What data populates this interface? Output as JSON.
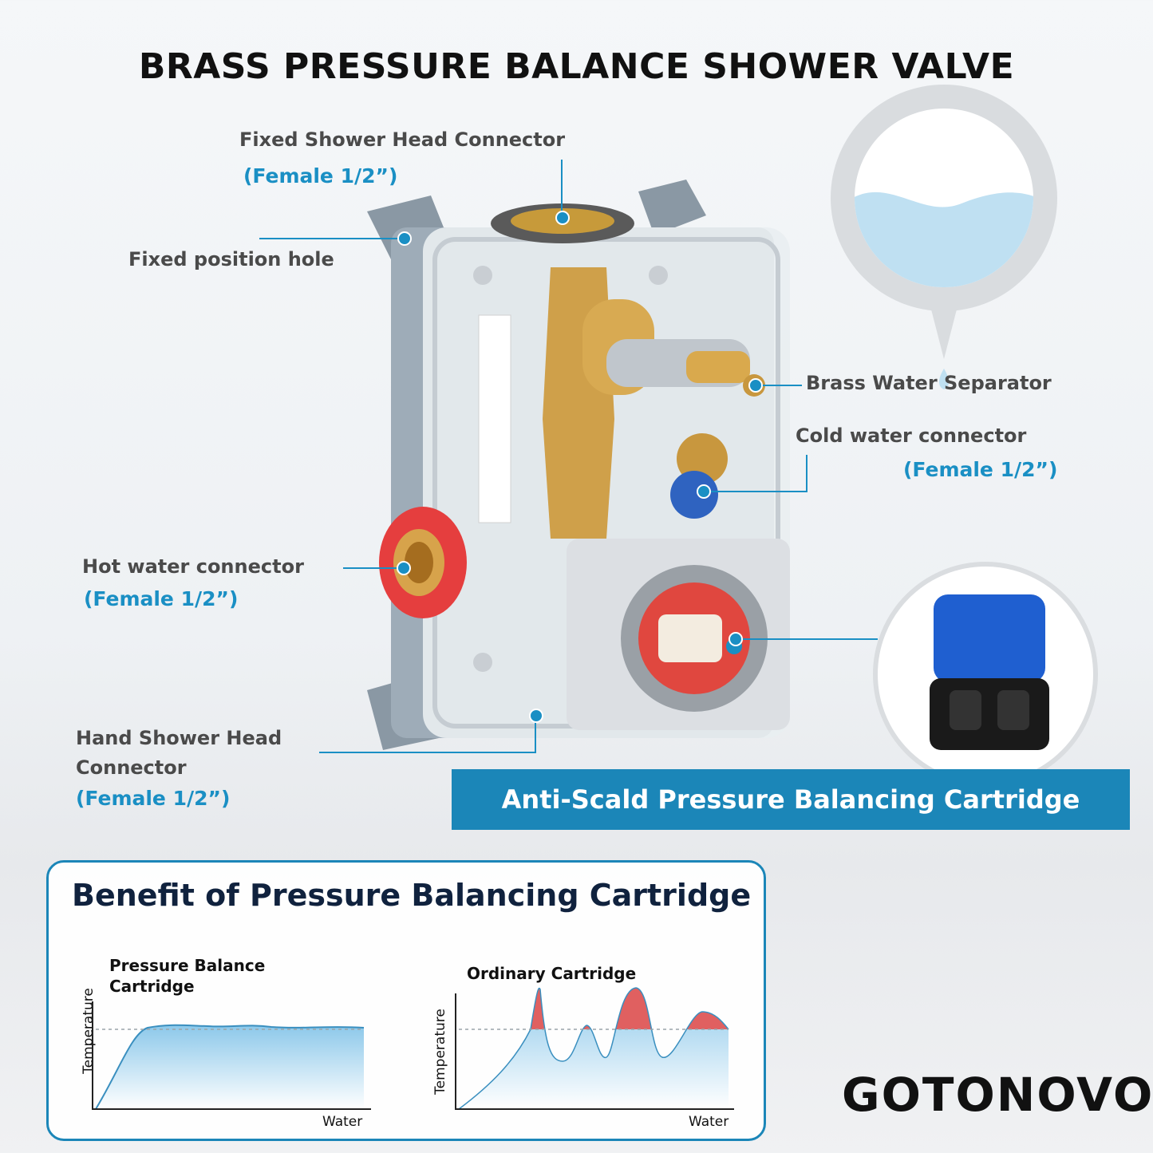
{
  "title": "BRASS PRESSURE BALANCE SHOWER VALVE",
  "callouts": {
    "fixed_shower_head": {
      "label": "Fixed Shower Head Connector",
      "spec": "(Female 1/2”)"
    },
    "fixed_position_hole": {
      "label": "Fixed position hole"
    },
    "brass_water_separator": {
      "label": "Brass Water Separator"
    },
    "cold_water": {
      "label": "Cold water connector",
      "spec": "(Female 1/2”)"
    },
    "hot_water": {
      "label": "Hot water connector",
      "spec": "(Female 1/2”)"
    },
    "hand_shower_head": {
      "label_line1": "Hand Shower Head",
      "label_line2": "Connector",
      "spec": "(Female 1/2”)"
    }
  },
  "banner": {
    "text": "Anti-Scald Pressure Balancing Cartridge"
  },
  "benefit": {
    "title": "Benefit of Pressure Balancing Cartridge",
    "charts": [
      {
        "title_line1": "Pressure Balance",
        "title_line2": "Cartridge",
        "ylabel": "Temperature",
        "xlabel": "Water"
      },
      {
        "title_line1": "Ordinary Cartridge",
        "ylabel": "Temperature",
        "xlabel": "Water"
      }
    ]
  },
  "brand": {
    "logo": "GOTONOVO"
  },
  "colors": {
    "accent": "#1b86b8",
    "title": "#111111",
    "overheat": "#e06060",
    "water": "#8cc8ea"
  }
}
